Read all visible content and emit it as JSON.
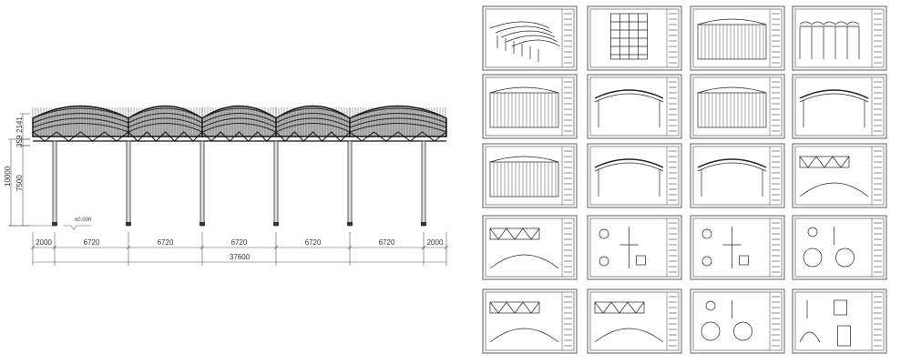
{
  "elevation": {
    "vertical_dims": {
      "total": "10000",
      "column": "7500",
      "roof_a": "359",
      "roof_b": "2141"
    },
    "level_mark": "±0.000",
    "bay_dims": [
      "2000",
      "6720",
      "6720",
      "6720",
      "6720",
      "6720",
      "2000"
    ],
    "overall_dim": "37600",
    "bays": 5
  },
  "sheets": {
    "rows": 5,
    "cols": 4,
    "kinds": [
      "isometric",
      "plan",
      "elevation",
      "elevation-multi",
      "section",
      "arch-frame",
      "section",
      "arch-frame",
      "section",
      "arch-frame",
      "arch-truss",
      "truss-detail",
      "truss-detail",
      "node-detail",
      "node-detail",
      "ring-detail",
      "truss-detail",
      "truss-detail",
      "ring-detail",
      "plate-detail"
    ]
  }
}
